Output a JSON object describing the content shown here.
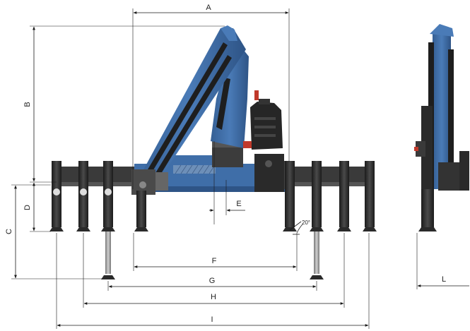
{
  "labels": {
    "A": "A",
    "B": "B",
    "C": "C",
    "D": "D",
    "E": "E",
    "F": "F",
    "G": "G",
    "H": "H",
    "I": "I",
    "L": "L",
    "angle": "20°"
  },
  "colors": {
    "crane_blue": "#3f6ea8",
    "crane_blue_dark": "#2e5486",
    "hydraulic_black": "#1e1e1e",
    "dimension_lines": "#1a1a1a"
  }
}
